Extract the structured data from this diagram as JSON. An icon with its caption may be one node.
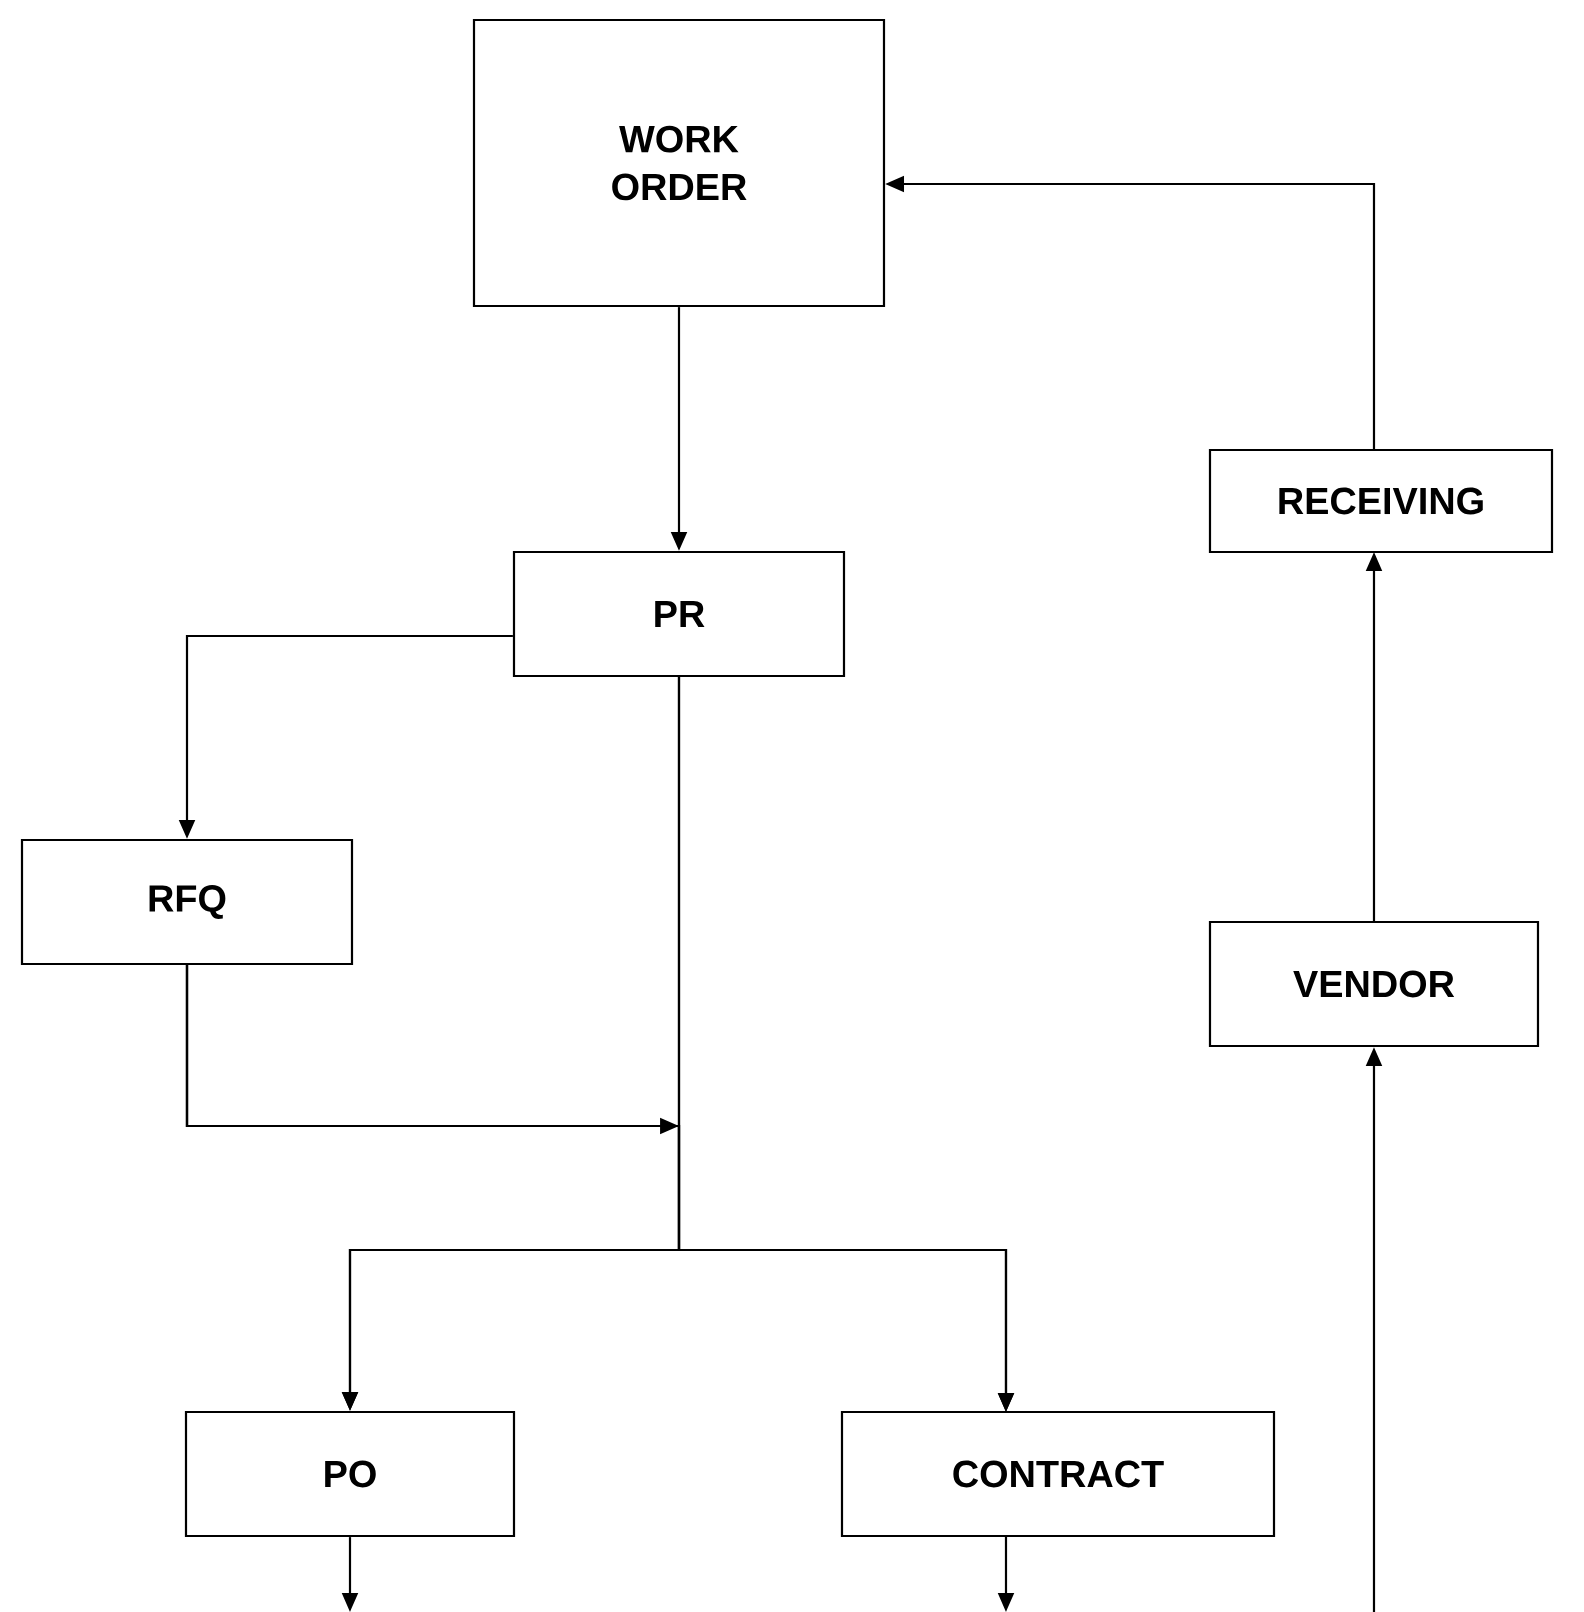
{
  "diagram": {
    "nodes": [
      {
        "text": [
          "WORK ORDER"
        ]
      },
      {
        "text": [
          "RECEIVING"
        ]
      },
      {
        "text": [
          "PR"
        ]
      },
      {
        "text": [
          "RFQ"
        ]
      },
      {
        "text": [
          "VENDOR"
        ]
      },
      {
        "text": [
          "PO"
        ]
      },
      {
        "text": [
          "CONTRACT"
        ]
      }
    ],
    "edges": [
      {
        "from": 0,
        "to": 2,
        "arrow": "to"
      },
      {
        "from": 2,
        "to": 3,
        "arrow": "to"
      },
      {
        "from": 2,
        "to": 5,
        "arrow": "to"
      },
      {
        "from": 2,
        "to": 6,
        "arrow": "to"
      },
      {
        "from": 3,
        "to": 5,
        "arrow": "to"
      },
      {
        "from": 3,
        "to": 6,
        "arrow": "to"
      },
      {
        "from": 5,
        "to": null,
        "arrow": "to"
      },
      {
        "from": 6,
        "to": null,
        "arrow": "to"
      },
      {
        "from": null,
        "to": 4,
        "arrow": "to"
      },
      {
        "from": 4,
        "to": 1,
        "arrow": "to"
      },
      {
        "from": 1,
        "to": 0,
        "arrow": "to"
      }
    ]
  }
}
